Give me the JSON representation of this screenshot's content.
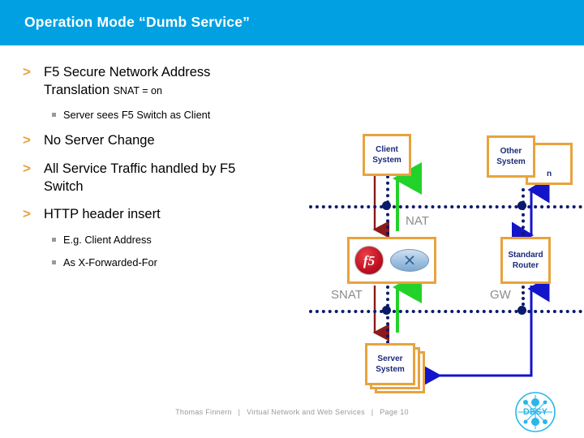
{
  "header": {
    "title": "Operation Mode “Dumb Service”",
    "bg": "#00a0e3"
  },
  "bullets": [
    {
      "level": 1,
      "text": "F5 Secure Network Address Translation ",
      "suffix": "SNAT = on"
    },
    {
      "level": 2,
      "text": "Server sees F5 Switch as Client"
    },
    {
      "level": 1,
      "text": "No Server Change",
      "suffix": ""
    },
    {
      "level": 1,
      "text": "All Service Traffic handled by F5 Switch",
      "suffix": ""
    },
    {
      "level": 1,
      "text": "HTTP header insert",
      "suffix": ""
    },
    {
      "level": 2,
      "text": "E.g. Client Address"
    },
    {
      "level": 2,
      "text": "As X-Forwarded-For"
    }
  ],
  "diagram": {
    "nodes": {
      "client": {
        "line1": "Client",
        "line2": "System"
      },
      "other": {
        "line1": "Other",
        "line2": "System"
      },
      "other_ghost": {
        "line1": "",
        "line2": "n"
      },
      "f5switch": {
        "logo_text": "f5",
        "router_glyph": "⨉"
      },
      "router": {
        "line1": "Standard",
        "line2": "Router"
      },
      "server": {
        "line1": "Server",
        "line2": "System"
      }
    },
    "labels": {
      "nat": "NAT",
      "snat": "SNAT",
      "gw": "GW"
    },
    "colors": {
      "node_border": "#e8a33d",
      "node_text": "#1a2a7a",
      "dashed_net": "#0b1a6b",
      "arrow_down_red": "#8b1a1a",
      "arrow_up_green": "#22d22a",
      "arrow_blue": "#1414c8",
      "label_gray": "#8c8c8c"
    }
  },
  "footer": {
    "author": "Thomas Finnern",
    "sep": "|",
    "subject": "Virtual Network and Web Services",
    "page": "Page 10",
    "logo_text": "DESY"
  }
}
